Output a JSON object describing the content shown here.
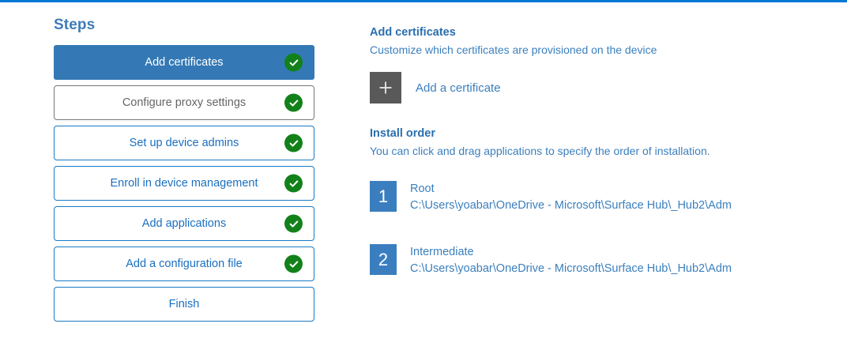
{
  "theme": {
    "accent_bar": "#0078d4",
    "active_step_bg": "#3479b5",
    "step_border_blue": "#1a7ac4",
    "step_border_gray": "#777777",
    "check_green": "#12811a",
    "badge_blue": "#3b7ec0",
    "plus_tile_gray": "#595959",
    "link_blue": "#3b7fbd"
  },
  "steps_pane": {
    "title": "Steps",
    "items": [
      {
        "label": "Add certificates",
        "state": "active",
        "completed": true
      },
      {
        "label": "Configure proxy settings",
        "state": "gray",
        "completed": true
      },
      {
        "label": "Set up device admins",
        "state": "blue",
        "completed": true
      },
      {
        "label": "Enroll in device management",
        "state": "blue",
        "completed": true
      },
      {
        "label": "Add applications",
        "state": "blue",
        "completed": true
      },
      {
        "label": "Add a configuration file",
        "state": "blue",
        "completed": true
      },
      {
        "label": "Finish",
        "state": "blue",
        "completed": false
      }
    ]
  },
  "detail_pane": {
    "certificates": {
      "heading": "Add certificates",
      "subtitle": "Customize which certificates are provisioned on the device",
      "add_button_label": "Add a certificate",
      "add_button_icon": "plus-icon"
    },
    "install_order": {
      "heading": "Install order",
      "subtitle": "You can click and drag applications to specify the order of installation.",
      "items": [
        {
          "number": "1",
          "name": "Root",
          "path": "C:\\Users\\yoabar\\OneDrive - Microsoft\\Surface Hub\\_Hub2\\Adm"
        },
        {
          "number": "2",
          "name": "Intermediate",
          "path": "C:\\Users\\yoabar\\OneDrive - Microsoft\\Surface Hub\\_Hub2\\Adm"
        }
      ]
    }
  }
}
